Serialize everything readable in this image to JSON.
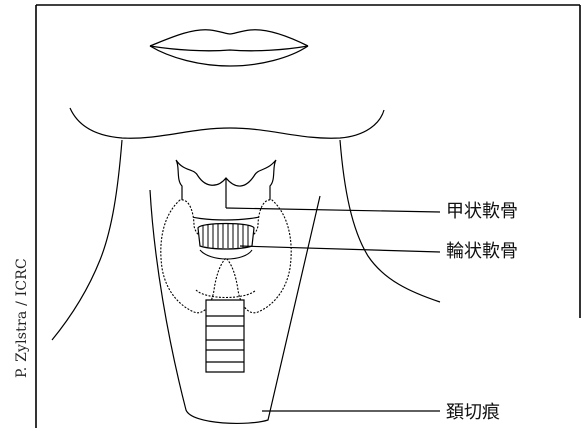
{
  "credit": "P. Zylstra / ICRC",
  "labels": {
    "thyroid_cartilage": "甲状軟骨",
    "cricoid_cartilage": "輪状軟骨",
    "suprasternal_notch": "頚切痕"
  }
}
